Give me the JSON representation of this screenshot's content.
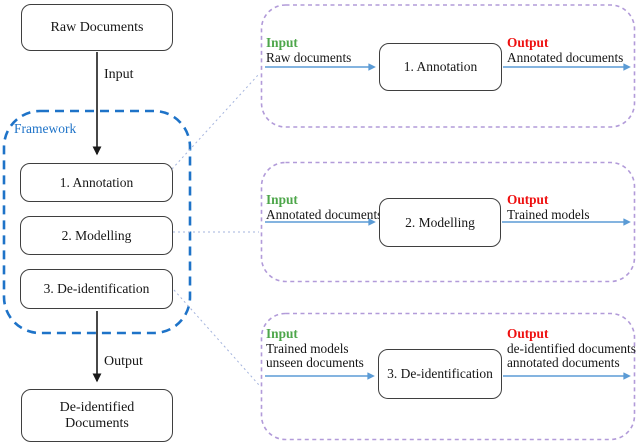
{
  "colors": {
    "framework_border": "#1e73c8",
    "panel_border": "#b29bd9",
    "input_green": "#4da64a",
    "output_red": "#ee0f0f",
    "flow_arrow": "#5b9bd5",
    "connector": "#a3b3dd",
    "black_arrow": "#1a1a1a"
  },
  "left_flow": {
    "raw_documents_label": "Raw Documents",
    "input_arrow_label": "Input",
    "framework_label": "Framework",
    "steps": [
      "1. Annotation",
      "2. Modelling",
      "3. De-identification"
    ],
    "output_arrow_label": "Output",
    "deidentified_documents_lines": [
      "De-identified",
      "Documents"
    ]
  },
  "panels": [
    {
      "input_label": "Input",
      "input_lines": [
        "Raw documents"
      ],
      "step_label": "1. Annotation",
      "output_label": "Output",
      "output_lines": [
        "Annotated documents"
      ]
    },
    {
      "input_label": "Input",
      "input_lines": [
        "Annotated documents"
      ],
      "step_label": "2. Modelling",
      "output_label": "Output",
      "output_lines": [
        "Trained models"
      ]
    },
    {
      "input_label": "Input",
      "input_lines": [
        "Trained models",
        "unseen documents"
      ],
      "step_label": "3. De-identification",
      "output_label": "Output",
      "output_lines": [
        "de-identified documents",
        "annotated documents"
      ]
    }
  ]
}
